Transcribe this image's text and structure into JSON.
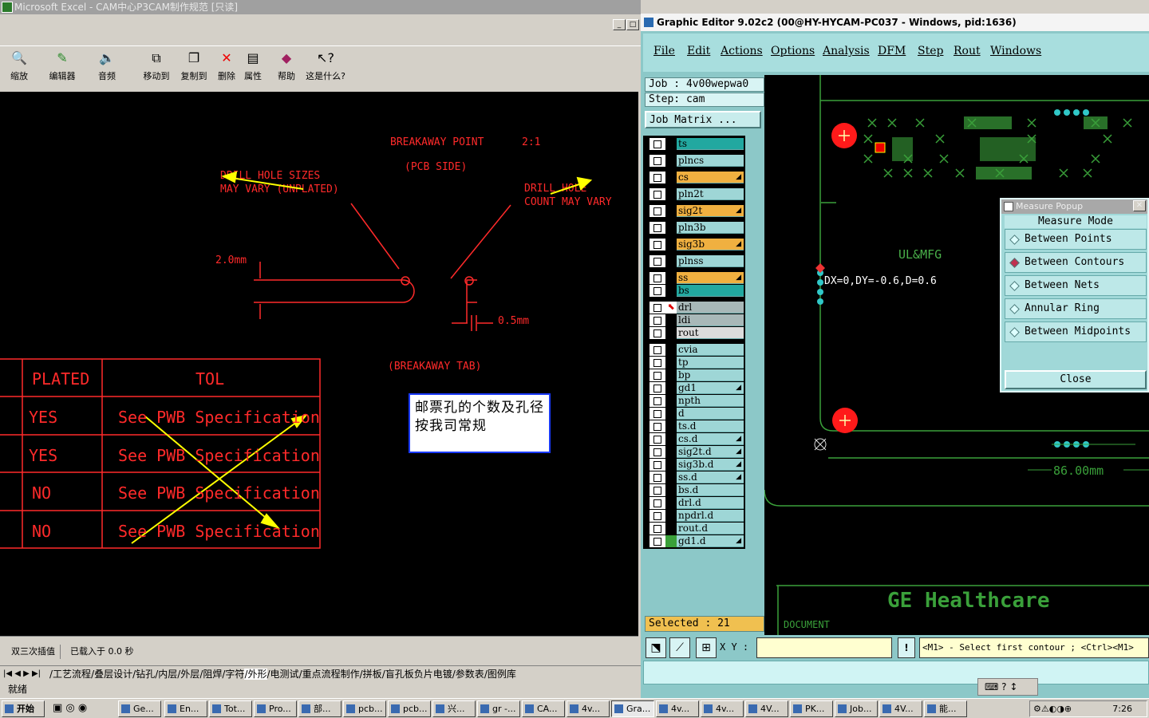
{
  "excel": {
    "title": "Microsoft Excel - CAM中心P3CAM制作规范 [只读]",
    "toolbar": [
      {
        "label": "缩放",
        "icon": "zoom-icon"
      },
      {
        "label": "编辑器",
        "icon": "editor-icon"
      },
      {
        "label": "音频",
        "icon": "audio-icon"
      },
      {
        "label": "移动到",
        "icon": "move-icon"
      },
      {
        "label": "复制到",
        "icon": "copy-icon"
      },
      {
        "label": "删除",
        "icon": "delete-icon"
      },
      {
        "label": "属性",
        "icon": "properties-icon"
      },
      {
        "label": "帮助",
        "icon": "help-icon"
      },
      {
        "label": "这是什么?",
        "icon": "whats-this-icon"
      }
    ],
    "drawing": {
      "breakaway_point": "BREAKAWAY POINT",
      "scale": "2:1",
      "pcb_side": "(PCB SIDE)",
      "hole_sizes_1": "DRILL HOLE SIZES",
      "hole_sizes_2": "MAY VARY (UNPLATED)",
      "drill_count_1": "DRILL HOLE",
      "drill_count_2": "COUNT MAY VARY",
      "dim_2mm": "2.0mm",
      "dim_05mm": "0.5mm",
      "breakaway_tab": "(BREAKAWAY TAB)",
      "note": "邮票孔的个数及孔径按我司常规",
      "table_headers": [
        "PLATED",
        "TOL"
      ],
      "table_rows": [
        [
          "YES",
          "See PWB Specification"
        ],
        [
          "YES",
          "See PWB Specification"
        ],
        [
          "NO",
          "See PWB Specification"
        ],
        [
          "NO",
          "See PWB Specification"
        ]
      ]
    },
    "status_cells": [
      "双三次插值",
      "已载入于 0.0 秒"
    ],
    "sheet_tabs": [
      "工艺流程",
      "叠层设计",
      "钻孔",
      "内层",
      "外层",
      "阻焊",
      "字符",
      "外形",
      "电测试",
      "重点流程制作",
      "拼板",
      "盲孔板负片电镀",
      "参数表",
      "图例库"
    ],
    "ready": "就绪"
  },
  "ge": {
    "title": "Graphic Editor 9.02c2 (00@HY-HYCAM-PC037 - Windows, pid:1636)",
    "menu": [
      "File",
      "Edit",
      "Actions",
      "Options",
      "Analysis",
      "DFM",
      "Step",
      "Rout",
      "Windows"
    ],
    "job": "Job : 4v00wepwa0",
    "step": "Step: cam",
    "job_matrix": "Job Matrix ...",
    "layers": [
      "ts",
      "plncs",
      "cs",
      "pln2t",
      "sig2t",
      "pln3b",
      "sig3b",
      "plnss",
      "ss",
      "bs",
      "drl",
      "ldi",
      "rout",
      "cvia",
      "tp",
      "bp",
      "gd1",
      "npth",
      "d",
      "ts.d",
      "cs.d",
      "sig2t.d",
      "sig3b.d",
      "ss.d",
      "bs.d",
      "drl.d",
      "npdrl.d",
      "rout.d",
      "gd1.d"
    ],
    "selected": "Selected : 21",
    "canvas": {
      "ul": "UL&MFG",
      "measure": "DX=0,DY=-0.6,D=0.6",
      "dim": "86.00mm",
      "company": "GE Healthcare",
      "doc": "DOCUMENT"
    },
    "measure_popup": {
      "title": "Measure Popup",
      "mode": "Measure Mode",
      "options": [
        "Between Points",
        "Between Contours",
        "Between Nets",
        "Annular Ring",
        "Between Midpoints"
      ],
      "selected_option": "Between Contours",
      "close": "Close"
    },
    "xy_label": "X Y :",
    "status_msg": "<M1> - Select first contour ; <Ctrl><M1>"
  },
  "taskbar": {
    "start": "开始",
    "items": [
      "Ge...",
      "En...",
      "Tot...",
      "Pro...",
      "部...",
      "pcb...",
      "pcb...",
      "兴...",
      "gr -...",
      "CA...",
      "4v...",
      "Gra...",
      "4v...",
      "4v...",
      "4V...",
      "PK...",
      "Job...",
      "4V...",
      "能..."
    ],
    "clock": "7:26"
  }
}
